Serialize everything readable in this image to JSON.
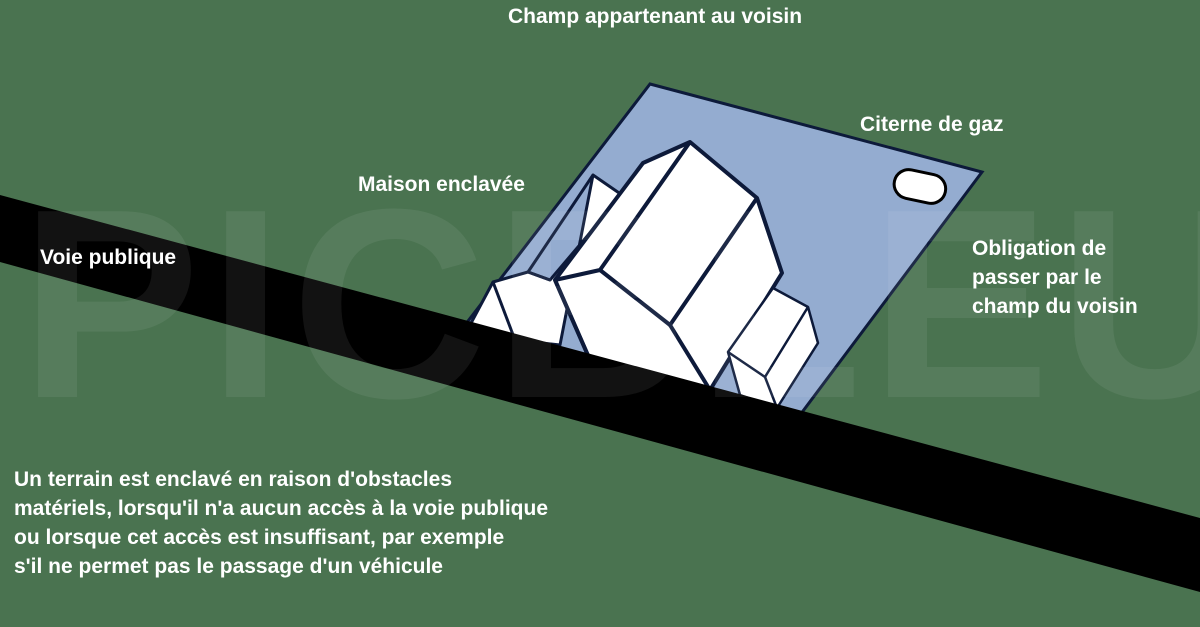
{
  "watermark": "PICBLEU",
  "labels": {
    "neighbor_field": "Champ appartenant au voisin",
    "gas_tank": "Citerne de gaz",
    "house": "Maison enclavée",
    "public_road": "Voie publique",
    "obligation": "Obligation de\npasser par le\nchamp du voisin"
  },
  "description": "Un terrain est enclavé en raison d'obstacles\nmatériels, lorsqu'il n'a aucun accès à la voie publique\nou lorsque cet accès est insuffisant, par exemple\ns'il ne permet pas le passage d'un véhicule",
  "colors": {
    "background": "#4a7350",
    "plot": "#94acd0",
    "road": "#000000",
    "outline": "#0d1a3a"
  }
}
